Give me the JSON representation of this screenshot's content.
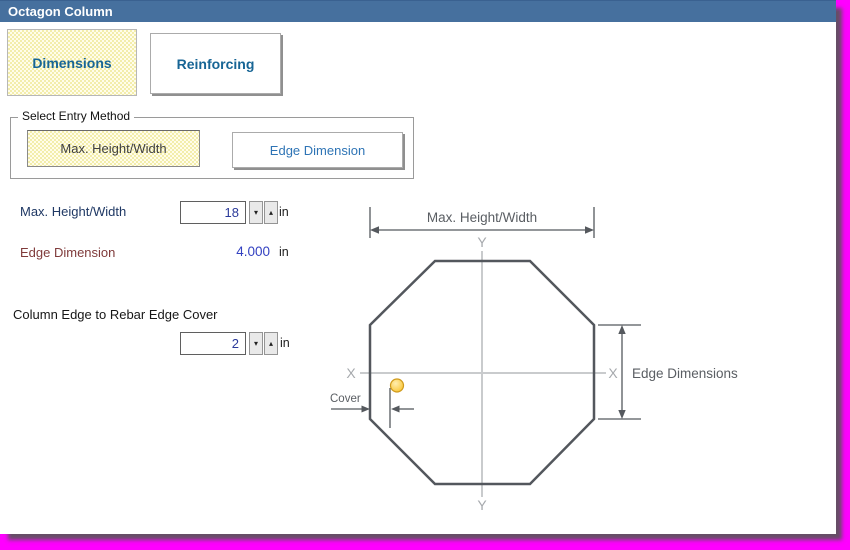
{
  "window": {
    "title": "Octagon Column"
  },
  "tabs": [
    {
      "label": "Dimensions",
      "active": true
    },
    {
      "label": "Reinforcing",
      "active": false
    }
  ],
  "entry_method": {
    "legend": "Select Entry Method",
    "options": [
      {
        "label": "Max. Height/Width",
        "selected": true
      },
      {
        "label": "Edge Dimension",
        "selected": false
      }
    ]
  },
  "fields": {
    "max_height_width": {
      "label": "Max. Height/Width",
      "value": "18",
      "unit": "in"
    },
    "edge_dimension": {
      "label": "Edge Dimension",
      "value": "4.000",
      "unit": "in"
    },
    "cover": {
      "label": "Column Edge to Rebar Edge Cover",
      "value": "2",
      "unit": "in"
    }
  },
  "icons": {
    "spin_down": "▾",
    "spin_up": "▴"
  },
  "diagram": {
    "labels": {
      "max_height_width": "Max. Height/Width",
      "edge_dimensions": "Edge Dimensions",
      "cover": "Cover",
      "x_axis": "X",
      "y_axis": "Y"
    },
    "shape": "octagon",
    "rebar_color": "#f9c32c"
  },
  "colors": {
    "titlebar": "#46709E",
    "tab_text": "#176595",
    "active_fill_yellow": "#fffdea",
    "label_navy": "#1F3864",
    "label_maroon": "#7F3A3A",
    "value_blue": "#3341C1",
    "entry_plain_text": "#2E74B5",
    "octagon_stroke": "#53575d",
    "axis_gray": "#c9cbcd",
    "backdrop_key": "#FF00FF"
  }
}
